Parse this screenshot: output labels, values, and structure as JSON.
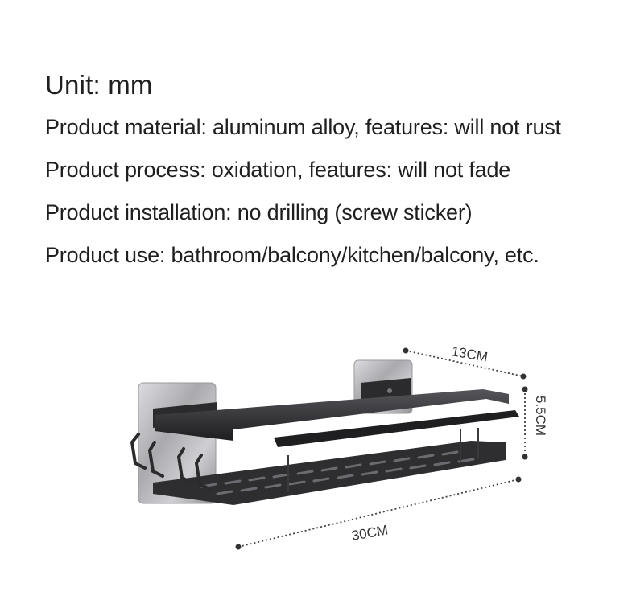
{
  "specs": {
    "unit": "Unit: mm",
    "lines": [
      "Product material: aluminum alloy, features: will not rust",
      "Product process: oxidation, features: will not fade",
      "Product installation: no drilling (screw sticker)",
      "Product use: bathroom/balcony/kitchen/balcony, etc."
    ]
  },
  "dimensions": {
    "depth": "13CM",
    "height": "5.5CM",
    "length": "30CM"
  },
  "colors": {
    "text": "#1f1f1f",
    "shelf": "#2b2b2d",
    "plate": "#b9b9bd",
    "dim_line": "#444444"
  }
}
